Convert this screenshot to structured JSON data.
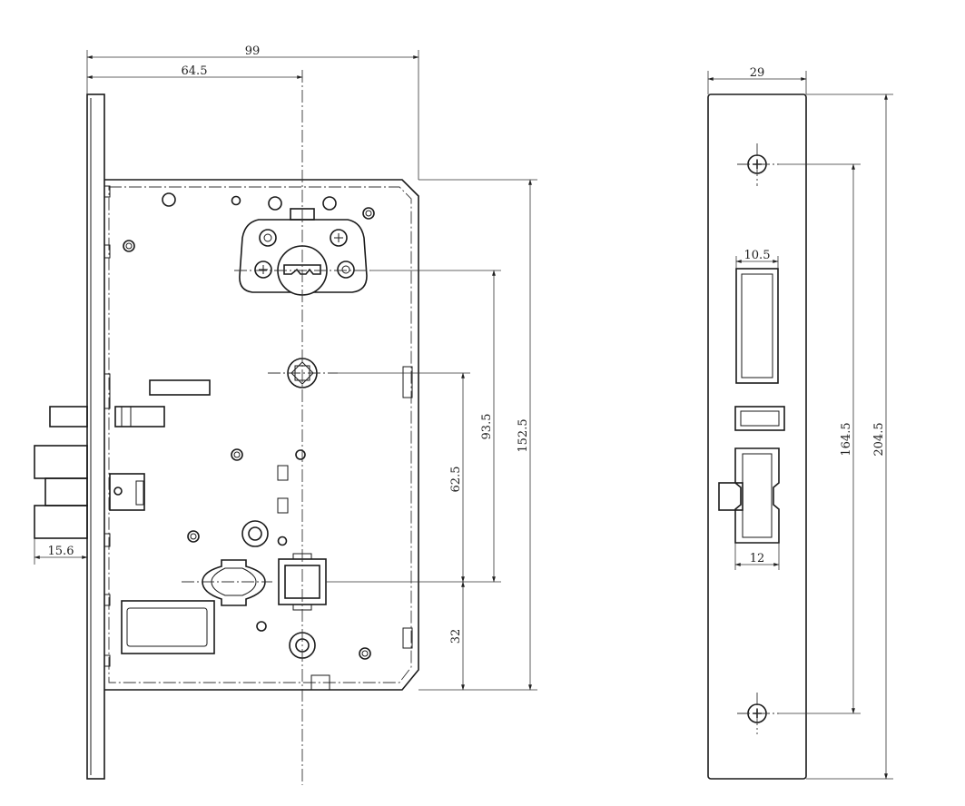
{
  "dimensions": {
    "body_width": "99",
    "center_offset": "64.5",
    "backset_latch": "15.6",
    "case_height": "152.5",
    "cyl_to_spindle": "93.5",
    "hub_to_spindle": "62.5",
    "spindle_to_bottom": "32",
    "faceplate_width": "29",
    "deadbolt_width": "10.5",
    "latch_width": "12",
    "screw_spacing": "164.5",
    "faceplate_height": "204.5"
  }
}
